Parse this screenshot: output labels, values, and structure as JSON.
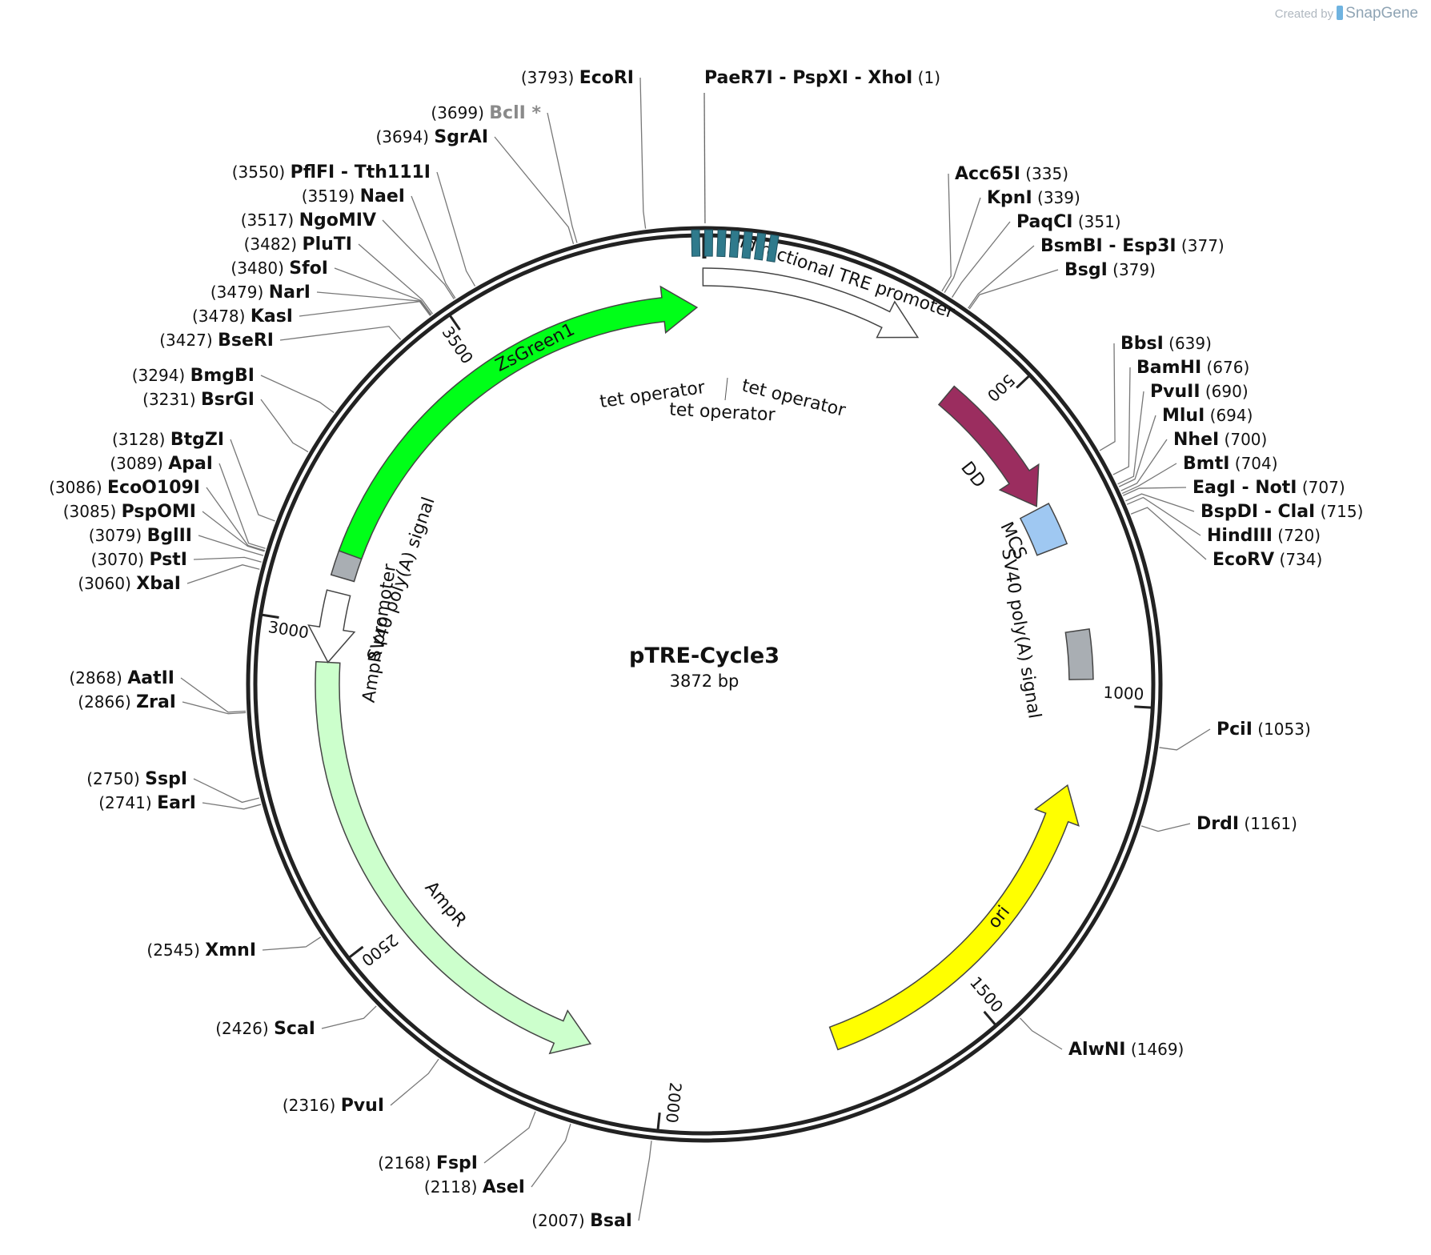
{
  "credit": {
    "prefix": "Created by",
    "brand": "SnapGene"
  },
  "plasmid": {
    "name": "pTRE-Cycle3",
    "size_label": "3872 bp",
    "length": 3872
  },
  "ticks": [
    {
      "pos": 500,
      "label": "500"
    },
    {
      "pos": 1000,
      "label": "1000"
    },
    {
      "pos": 1500,
      "label": "1500"
    },
    {
      "pos": 2000,
      "label": "2000"
    },
    {
      "pos": 2500,
      "label": "2500"
    },
    {
      "pos": 3000,
      "label": "3000"
    },
    {
      "pos": 3500,
      "label": "3500"
    }
  ],
  "features": [
    {
      "id": "bidir-tre",
      "label": "bidirectional TRE promoter",
      "start": 3870,
      "end": 340,
      "dir": "cw",
      "color": "#ffffff"
    },
    {
      "id": "dd",
      "label": "DD",
      "start": 430,
      "end": 665,
      "dir": "cw",
      "color": "#9b2d5f"
    },
    {
      "id": "mcs",
      "label": "MCS",
      "start": 670,
      "end": 740,
      "dir": "none",
      "color": "#9fc8f2"
    },
    {
      "id": "sv40-right",
      "label": "SV40 poly(A) signal",
      "start": 880,
      "end": 960,
      "dir": "none",
      "color": "#a9aeb3"
    },
    {
      "id": "ori",
      "label": "ori",
      "start": 1135,
      "end": 1720,
      "dir": "ccw",
      "color": "#ffff00"
    },
    {
      "id": "ampr",
      "label": "AmpR",
      "start": 2125,
      "end": 2940,
      "dir": "ccw",
      "color": "#ccffcc"
    },
    {
      "id": "ampr-promoter",
      "label": "AmpR promoter",
      "start": 2940,
      "end": 3055,
      "dir": "ccw",
      "color": "#ffffff"
    },
    {
      "id": "sv40-left",
      "label": "SV40 poly(A) signal",
      "start": 3080,
      "end": 3160,
      "dir": "none",
      "color": "#a9aeb3"
    },
    {
      "id": "zsgreen1",
      "label": "ZsGreen1",
      "start": 3120,
      "end": 3860,
      "dir": "cw",
      "color": "#00ff18"
    }
  ],
  "tet_operators": [
    "tet operator",
    "tet operator",
    "tet operator"
  ],
  "sites": [
    {
      "enzymes": [
        "PaeR7I",
        "PspXI",
        "XhoI"
      ],
      "pos": "(1)"
    },
    {
      "enzymes": [
        "Acc65I"
      ],
      "pos": "(335)"
    },
    {
      "enzymes": [
        "KpnI"
      ],
      "pos": "(339)"
    },
    {
      "enzymes": [
        "PaqCI"
      ],
      "pos": "(351)"
    },
    {
      "enzymes": [
        "BsmBI",
        "Esp3I"
      ],
      "pos": "(377)"
    },
    {
      "enzymes": [
        "BsgI"
      ],
      "pos": "(379)"
    },
    {
      "enzymes": [
        "BbsI"
      ],
      "pos": "(639)"
    },
    {
      "enzymes": [
        "BamHI"
      ],
      "pos": "(676)"
    },
    {
      "enzymes": [
        "PvuII"
      ],
      "pos": "(690)"
    },
    {
      "enzymes": [
        "MluI"
      ],
      "pos": "(694)"
    },
    {
      "enzymes": [
        "NheI"
      ],
      "pos": "(700)"
    },
    {
      "enzymes": [
        "BmtI"
      ],
      "pos": "(704)"
    },
    {
      "enzymes": [
        "EagI",
        "NotI"
      ],
      "pos": "(707)"
    },
    {
      "enzymes": [
        "BspDI",
        "ClaI"
      ],
      "pos": "(715)"
    },
    {
      "enzymes": [
        "HindIII"
      ],
      "pos": "(720)"
    },
    {
      "enzymes": [
        "EcoRV"
      ],
      "pos": "(734)"
    },
    {
      "enzymes": [
        "PciI"
      ],
      "pos": "(1053)"
    },
    {
      "enzymes": [
        "DrdI"
      ],
      "pos": "(1161)"
    },
    {
      "enzymes": [
        "AlwNI"
      ],
      "pos": "(1469)"
    },
    {
      "enzymes": [
        "BsaI"
      ],
      "pos": "(2007)"
    },
    {
      "enzymes": [
        "AseI"
      ],
      "pos": "(2118)"
    },
    {
      "enzymes": [
        "FspI"
      ],
      "pos": "(2168)"
    },
    {
      "enzymes": [
        "PvuI"
      ],
      "pos": "(2316)"
    },
    {
      "enzymes": [
        "ScaI"
      ],
      "pos": "(2426)"
    },
    {
      "enzymes": [
        "XmnI"
      ],
      "pos": "(2545)"
    },
    {
      "enzymes": [
        "EarI"
      ],
      "pos": "(2741)"
    },
    {
      "enzymes": [
        "SspI"
      ],
      "pos": "(2750)"
    },
    {
      "enzymes": [
        "ZraI"
      ],
      "pos": "(2866)"
    },
    {
      "enzymes": [
        "AatII"
      ],
      "pos": "(2868)"
    },
    {
      "enzymes": [
        "XbaI"
      ],
      "pos": "(3060)"
    },
    {
      "enzymes": [
        "PstI"
      ],
      "pos": "(3070)"
    },
    {
      "enzymes": [
        "BglII"
      ],
      "pos": "(3079)"
    },
    {
      "enzymes": [
        "PspOMI"
      ],
      "pos": "(3085)"
    },
    {
      "enzymes": [
        "EcoO109I"
      ],
      "pos": "(3086)"
    },
    {
      "enzymes": [
        "ApaI"
      ],
      "pos": "(3089)"
    },
    {
      "enzymes": [
        "BtgZI"
      ],
      "pos": "(3128)"
    },
    {
      "enzymes": [
        "BsrGI"
      ],
      "pos": "(3231)"
    },
    {
      "enzymes": [
        "BmgBI"
      ],
      "pos": "(3294)"
    },
    {
      "enzymes": [
        "BseRI"
      ],
      "pos": "(3427)"
    },
    {
      "enzymes": [
        "KasI"
      ],
      "pos": "(3478)"
    },
    {
      "enzymes": [
        "NarI"
      ],
      "pos": "(3479)"
    },
    {
      "enzymes": [
        "SfoI"
      ],
      "pos": "(3480)"
    },
    {
      "enzymes": [
        "PluTI"
      ],
      "pos": "(3482)"
    },
    {
      "enzymes": [
        "NgoMIV"
      ],
      "pos": "(3517)"
    },
    {
      "enzymes": [
        "NaeI"
      ],
      "pos": "(3519)"
    },
    {
      "enzymes": [
        "PflFI",
        "Tth111I"
      ],
      "pos": "(3550)"
    },
    {
      "enzymes": [
        "SgrAI"
      ],
      "pos": "(3694)"
    },
    {
      "enzymes": [
        "BclI"
      ],
      "pos": "(3699)",
      "note": "*",
      "gray": true
    },
    {
      "enzymes": [
        "EcoRI"
      ],
      "pos": "(3793)"
    }
  ]
}
